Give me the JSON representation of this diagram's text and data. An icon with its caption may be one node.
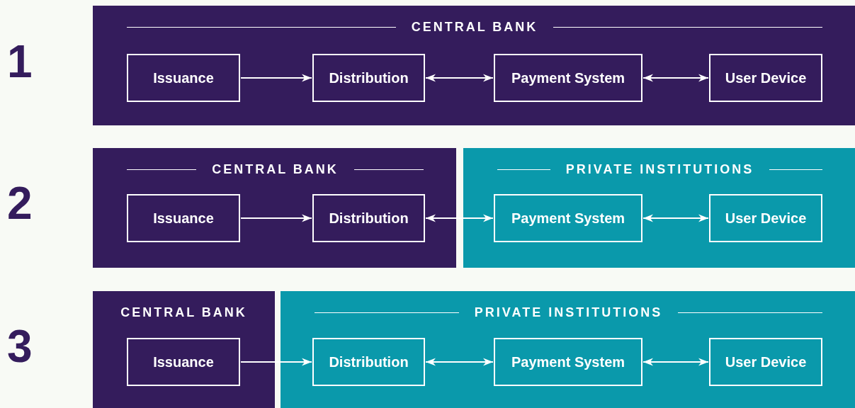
{
  "diagram": {
    "nodes": [
      {
        "text": [
          "CENTRAL BANK"
        ]
      },
      {
        "text": [
          "Issuance"
        ],
        "in": 0
      },
      {
        "text": [
          "Distribution"
        ],
        "in": 0
      },
      {
        "text": [
          "Payment System"
        ],
        "in": 0
      },
      {
        "text": [
          "User Device"
        ],
        "in": 0
      },
      {
        "text": [
          "CENTRAL BANK"
        ]
      },
      {
        "text": [
          "Issuance"
        ],
        "in": 5
      },
      {
        "text": [
          "Distribution"
        ],
        "in": 5
      },
      {
        "text": [
          "PRIVATE INSTITUTIONS"
        ]
      },
      {
        "text": [
          "Payment System"
        ],
        "in": 8
      },
      {
        "text": [
          "User Device"
        ],
        "in": 8
      },
      {
        "text": [
          "CENTRAL BANK"
        ]
      },
      {
        "text": [
          "Issuance"
        ],
        "in": 11
      },
      {
        "text": [
          "PRIVATE INSTITUTIONS"
        ]
      },
      {
        "text": [
          "Distribution"
        ],
        "in": 13
      },
      {
        "text": [
          "Payment System"
        ],
        "in": 13
      },
      {
        "text": [
          "User Device"
        ],
        "in": 13
      }
    ],
    "edges": [
      {
        "from": 1,
        "to": 2,
        "arrow": "to"
      },
      {
        "from": 2,
        "to": 3,
        "arrow": "both"
      },
      {
        "from": 3,
        "to": 4,
        "arrow": "both"
      },
      {
        "from": 6,
        "to": 7,
        "arrow": "to"
      },
      {
        "from": 7,
        "to": 9,
        "arrow": "both"
      },
      {
        "from": 9,
        "to": 10,
        "arrow": "both"
      },
      {
        "from": 12,
        "to": 14,
        "arrow": "to"
      },
      {
        "from": 14,
        "to": 15,
        "arrow": "both"
      },
      {
        "from": 15,
        "to": 16,
        "arrow": "both"
      }
    ],
    "labels": [
      "1",
      "2",
      "3"
    ]
  }
}
